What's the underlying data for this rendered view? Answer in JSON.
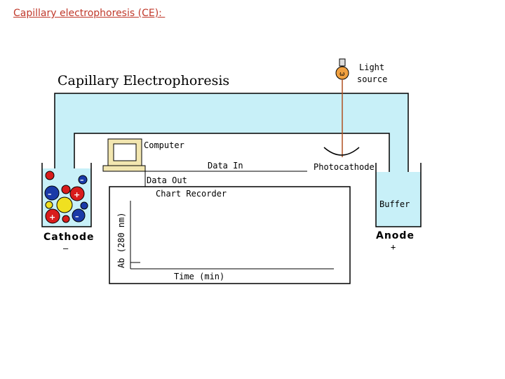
{
  "slide": {
    "title": "Capillary electrophoresis (CE): "
  },
  "diagram": {
    "title": "Capillary Electrophoresis",
    "light_source": [
      "Light",
      "source"
    ],
    "computer": "Computer",
    "data_in": "Data In",
    "data_out": "Data Out",
    "photocathode": "Photocathode",
    "chart_recorder": "Chart Recorder",
    "buffer": "Buffer",
    "cathode": "Cathode",
    "cathode_sign": "—",
    "anode": "Anode",
    "anode_sign": "+",
    "y_axis": "Ab (280 nm)",
    "x_axis": "Time (min)"
  },
  "colors": {
    "title": "#c0392b",
    "capillary": "#c8f0f8",
    "anion": "#1a3aa8",
    "cation": "#d81c1c",
    "neutral": "#f0e020",
    "light_beam": "#b05020",
    "bulb": "#f0a040"
  }
}
